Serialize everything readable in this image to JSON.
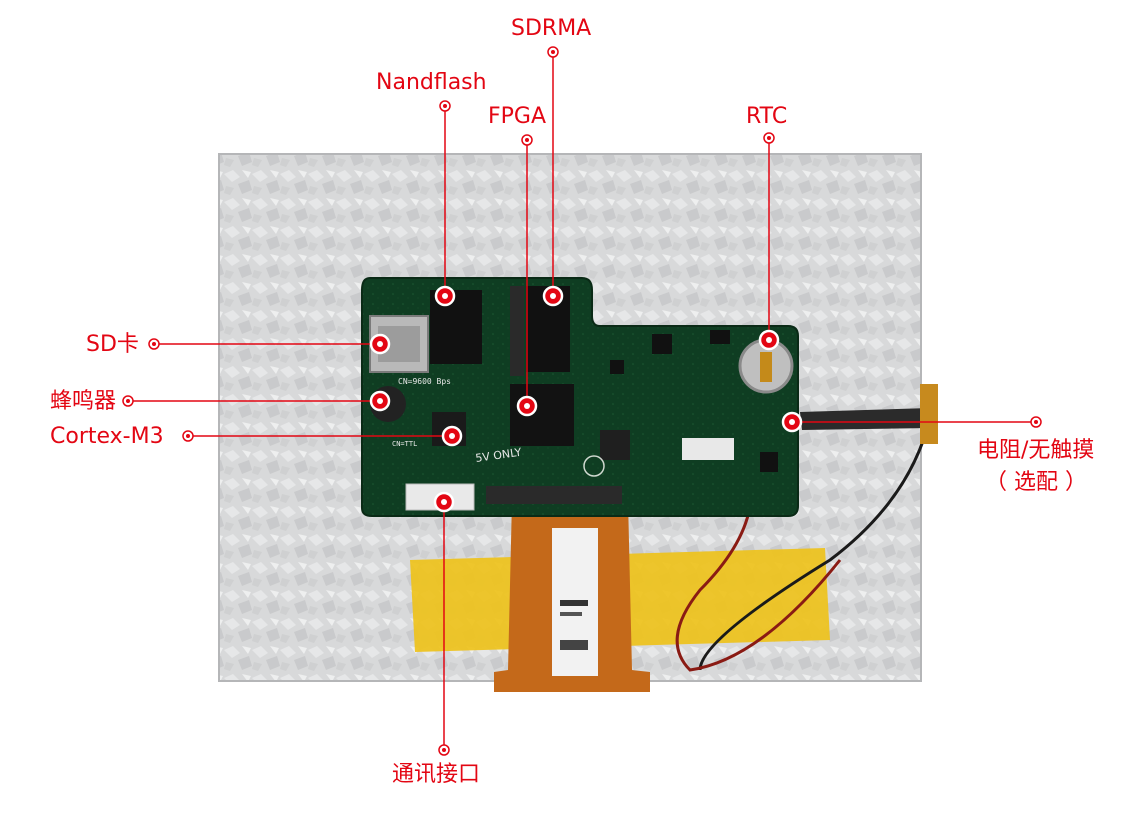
{
  "labels": {
    "sdrma": "SDRMA",
    "nandflash": "Nandflash",
    "fpga": "FPGA",
    "rtc": "RTC",
    "sd_card": "SD卡",
    "buzzer": "蜂鸣器",
    "cortex": "Cortex-M3",
    "touch_line1": "电阻/无触摸",
    "touch_line2": "（ 选配 ）",
    "comm_port": "通讯接口"
  },
  "board": {
    "silkscreen_baud": "CN=9600 Bps",
    "silkscreen_5v": "5V ONLY",
    "silkscreen_ttl": "CN=TTL"
  },
  "colors": {
    "accent": "#e30613",
    "pcb": "#0f3d22",
    "panel": "#d9dadb",
    "tape": "#f0c21a",
    "flex": "#c8701a"
  }
}
